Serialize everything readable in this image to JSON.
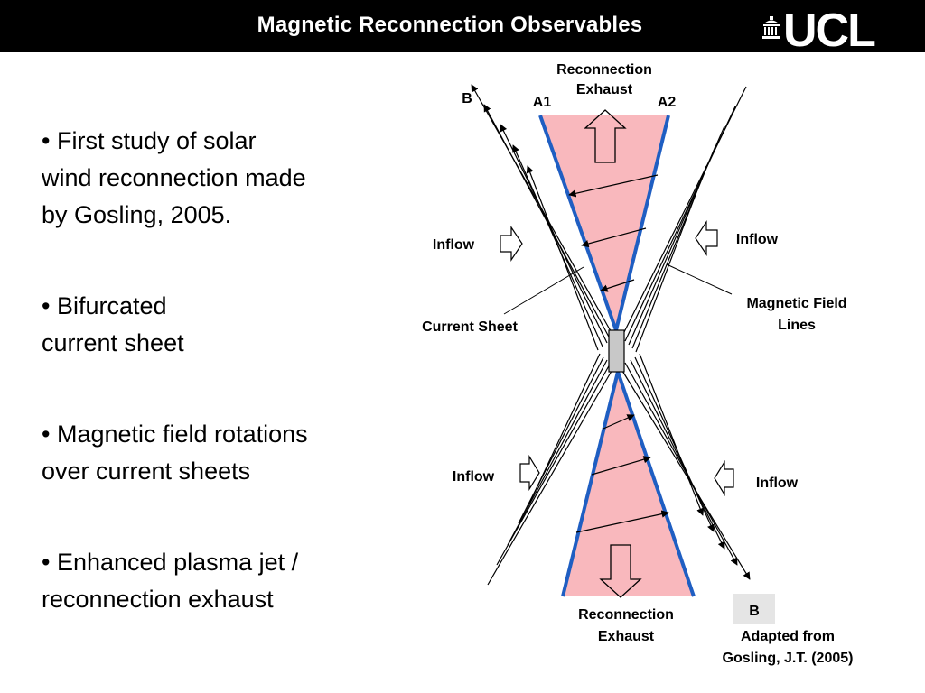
{
  "slide": {
    "title": "Magnetic Reconnection Observables",
    "logo_text": "UCL"
  },
  "bullets": [
    {
      "marker": "•",
      "text": "First study of solar\nwind reconnection made\nby Gosling, 2005."
    },
    {
      "marker": "•",
      "text": "Bifurcated\ncurrent sheet"
    },
    {
      "marker": "•",
      "text": "Magnetic field rotations\nover current sheets"
    },
    {
      "marker": "•",
      "text": "Enhanced plasma jet /\nreconnection exhaust"
    }
  ],
  "diagram": {
    "exhaust_top": [
      "Reconnection",
      "Exhaust"
    ],
    "exhaust_bottom": [
      "Reconnection",
      "Exhaust"
    ],
    "b_top": "B",
    "a1": "A1",
    "a2": "A2",
    "inflow_top_left": "Inflow",
    "inflow_top_right": "Inflow",
    "inflow_bottom_left": "Inflow",
    "inflow_bottom_right": "Inflow",
    "current_sheet": "Current Sheet",
    "field_lines": [
      "Magnetic Field",
      "Lines"
    ],
    "b_bottom": "B",
    "credit": [
      "Adapted from",
      "Gosling, J.T. (2005)"
    ],
    "colors": {
      "exhaust_fill": "#f9b8bd",
      "boundary": "#1f5ec2",
      "b_box": "#e5e5e5",
      "sheet_box": "#c8c8c8"
    }
  }
}
